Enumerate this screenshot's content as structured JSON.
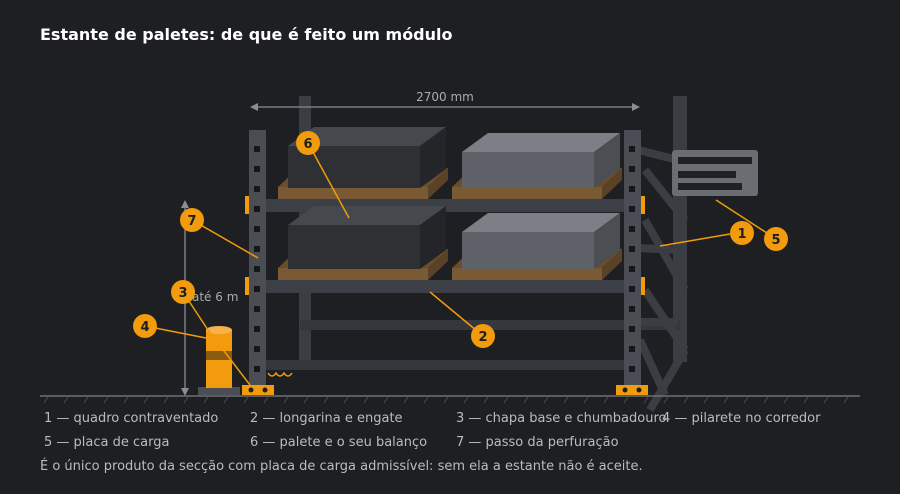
{
  "title": "Estante de paletes: de que é feito um módulo",
  "dimensions": {
    "width_label": "2700 mm",
    "height_label": "até 6 m"
  },
  "callouts": [
    "1",
    "2",
    "3",
    "4",
    "5",
    "6",
    "7"
  ],
  "legend": {
    "item1": "1 — quadro contraventado",
    "item2": "2 — longarina e engate",
    "item3": "3 — chapa base e chumbadouro",
    "item4": "4 — pilarete no corredor",
    "item5": "5 — placa de carga",
    "item6": "6 — palete e o seu balanço",
    "item7": "7 — passo da perfuração"
  },
  "note": "É o único produto da secção com placa de carga admissível: sem ela a estante não é aceite.",
  "colors": {
    "background": "#1d1f22",
    "accent": "#f29b0c",
    "frame": "#4a4d53",
    "beam": "#3c4046",
    "pallet_wood": "#7a5a35",
    "load_dark": "#2e3034",
    "load_light": "#5e6268"
  }
}
